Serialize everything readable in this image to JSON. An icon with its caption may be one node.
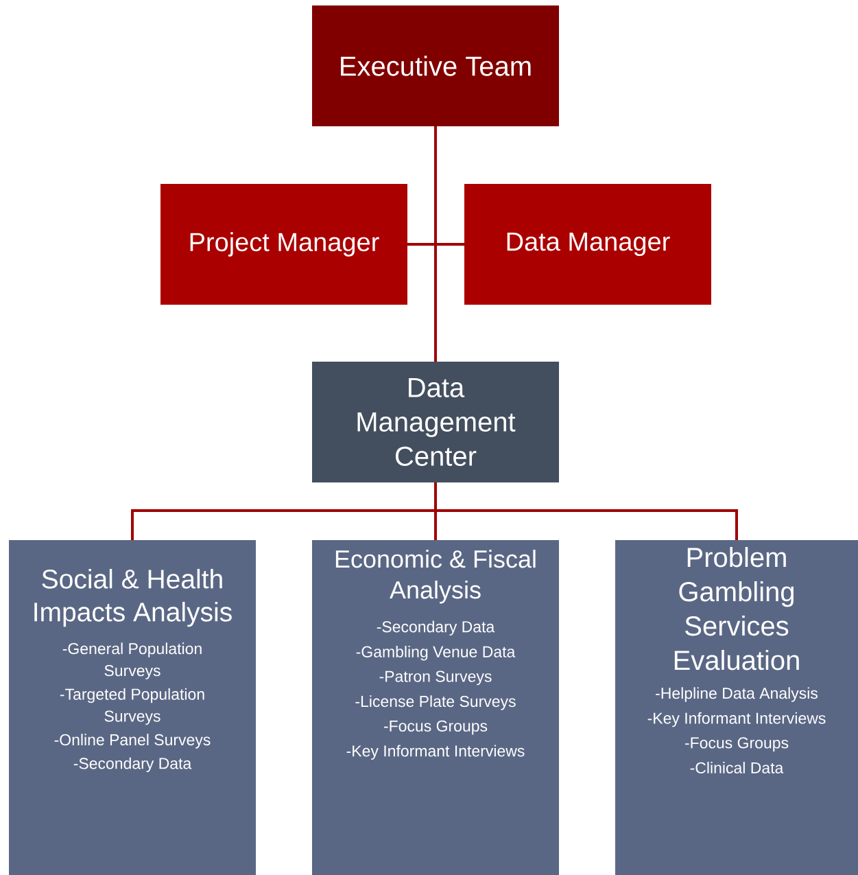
{
  "diagram": {
    "nodes": [
      {
        "text": [
          "Executive Team"
        ]
      },
      {
        "text": [
          "Project Manager"
        ]
      },
      {
        "text": [
          "Data Manager"
        ]
      },
      {
        "text": [
          "Data Management Center"
        ]
      },
      {
        "text": [
          "Social & Health Impacts Analysis",
          "-General Population Surveys",
          "-Targeted Population Surveys",
          "-Online Panel Surveys",
          "-Secondary Data"
        ]
      },
      {
        "text": [
          "Economic & Fiscal Analysis",
          "-Secondary Data",
          "-Gambling Venue Data",
          "-Patron Surveys",
          "-License Plate Surveys",
          "-Focus Groups",
          "-Key Informant Interviews"
        ]
      },
      {
        "text": [
          "Problem Gambling Services Evaluation",
          "-Helpline Data Analysis",
          "-Key Informant Interviews",
          "-Focus Groups",
          "-Clinical Data"
        ]
      }
    ],
    "edges": [
      {
        "from": 0,
        "to": 3,
        "arrow": "none"
      },
      {
        "from": 1,
        "to": 2,
        "arrow": "none"
      },
      {
        "from": 3,
        "to": 4,
        "arrow": "none"
      },
      {
        "from": 3,
        "to": 5,
        "arrow": "none"
      },
      {
        "from": 3,
        "to": 6,
        "arrow": "none"
      }
    ]
  }
}
